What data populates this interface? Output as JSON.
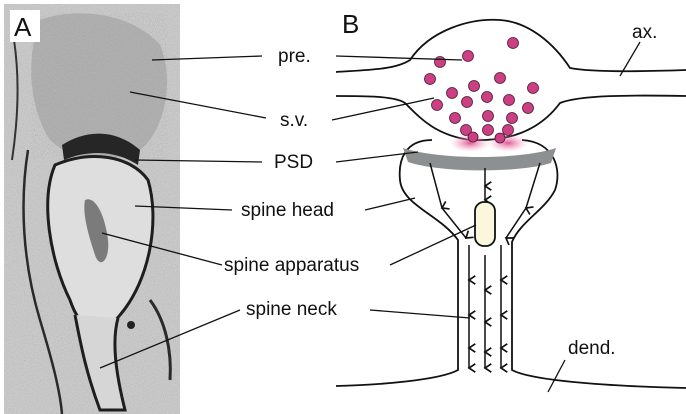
{
  "panels": {
    "a": "A",
    "b": "B"
  },
  "labels": {
    "pre": "pre.",
    "sv": "s.v.",
    "psd": "PSD",
    "spine_head": "spine head",
    "spine_apparatus": "spine apparatus",
    "spine_neck": "spine neck",
    "ax": "ax.",
    "dend": "dend."
  },
  "colors": {
    "vesicle": "#cc3f85",
    "psd_bar": "#8c9090",
    "release_glow": "#e87aa8",
    "outline": "#111111"
  }
}
